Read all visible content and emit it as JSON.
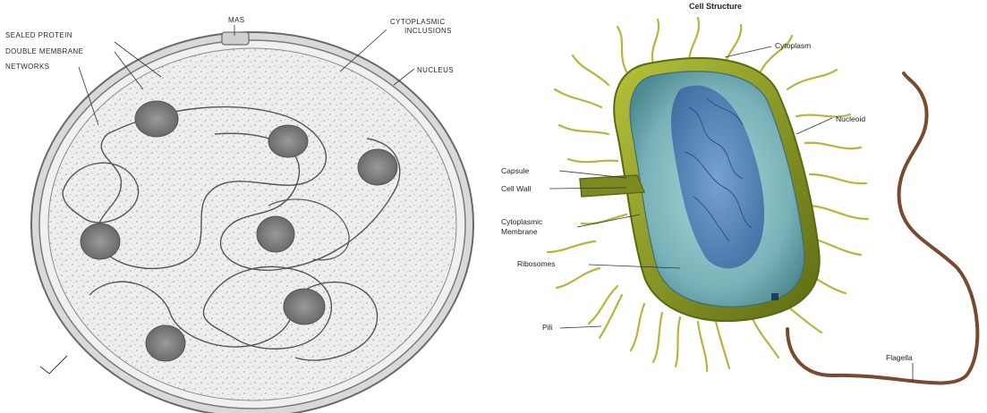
{
  "left_diagram": {
    "labels": {
      "tl1": "SEALED PROTEIN",
      "tl2": "DOUBLE MEMBRANE",
      "tl3": "NETWORKS",
      "top": "MAS",
      "tr1": "CYTOPLASMIC",
      "tr2": "INCLUSIONS",
      "tr3": "NUCLEUS"
    }
  },
  "right_diagram": {
    "title": "Cell Structure",
    "labels": {
      "cytoplasm": "Cytoplasm",
      "nucleoid": "Nucleoid",
      "capsule": "Capsule",
      "cell_wall": "Cell Wall",
      "cyto_membrane_1": "Cytoplasmic",
      "cyto_membrane_2": "Membrane",
      "ribosomes": "Ribosomes",
      "pili": "Pili",
      "flagella": "Flagella"
    }
  },
  "colors": {
    "membrane": "#8a8a8a",
    "cytoplasm_fill": "#e6e6e6",
    "bacteria_outer": "#7a8a1e",
    "bacteria_inner": "#7fb7c0",
    "nucleoid": "#4a78b4",
    "flagellum": "#7a4a2e"
  }
}
